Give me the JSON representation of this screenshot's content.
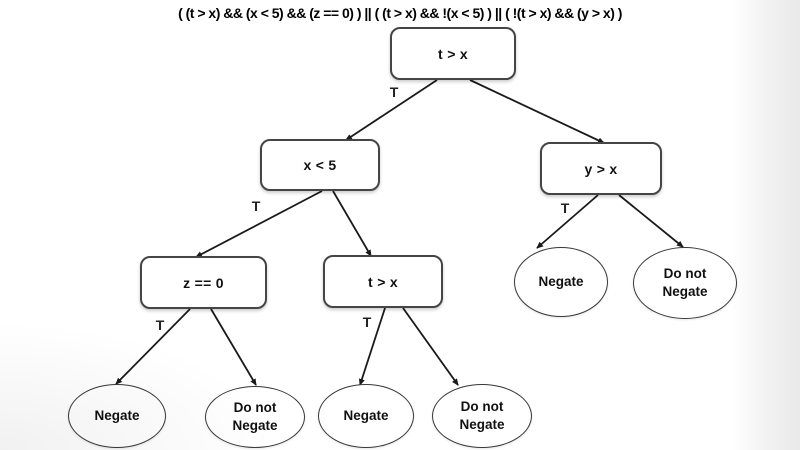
{
  "title": "( (t > x) && (x < 5) && (z == 0) ) || ( (t > x) && !(x < 5) ) || ( !(t > x) && (y > x) )",
  "tree": {
    "decision_nodes": [
      {
        "label": "t > x"
      },
      {
        "label": "x < 5"
      },
      {
        "label": "y > x"
      },
      {
        "label": "z == 0"
      },
      {
        "label": "t > x"
      }
    ],
    "leaf_nodes": [
      {
        "label": "Negate"
      },
      {
        "label": "Do not Negate"
      },
      {
        "label": "Negate"
      },
      {
        "label": "Do not Negate"
      },
      {
        "label": "Negate"
      },
      {
        "label": "Do not Negate"
      }
    ],
    "edges": [
      {
        "from": "t > x (root)",
        "to": "x < 5",
        "label": "T"
      },
      {
        "from": "t > x (root)",
        "to": "y > x",
        "label": ""
      },
      {
        "from": "x < 5",
        "to": "z == 0",
        "label": "T"
      },
      {
        "from": "x < 5",
        "to": "t > x",
        "label": ""
      },
      {
        "from": "z == 0",
        "to": "Negate",
        "label": "T"
      },
      {
        "from": "z == 0",
        "to": "Do not Negate",
        "label": ""
      },
      {
        "from": "t > x",
        "to": "Negate",
        "label": "T"
      },
      {
        "from": "t > x",
        "to": "Do not Negate",
        "label": ""
      },
      {
        "from": "y > x",
        "to": "Negate",
        "label": "T"
      },
      {
        "from": "y > x",
        "to": "Do not Negate",
        "label": ""
      }
    ]
  },
  "colors": {
    "background": "#ffffff",
    "node_border": "#454545",
    "leaf_border": "#383838",
    "edge": "#1a1a1a",
    "text": "#111111"
  }
}
